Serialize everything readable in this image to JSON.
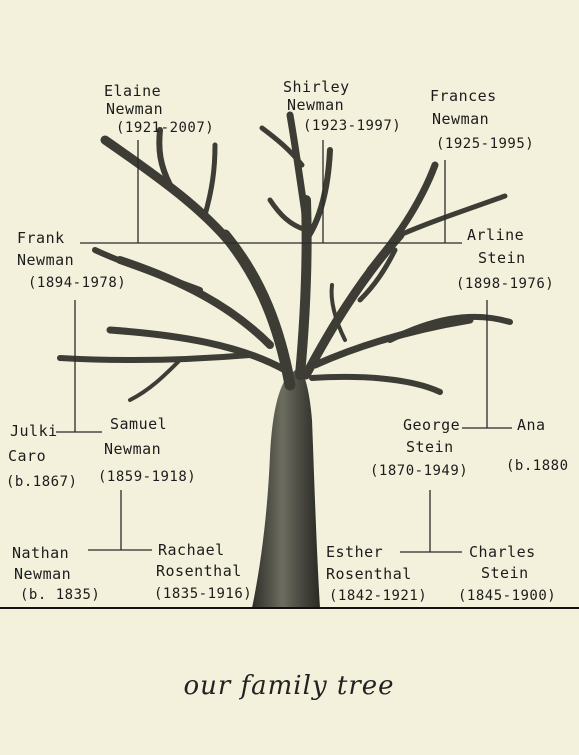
{
  "caption": "our family tree",
  "people": {
    "elaine": {
      "first": "Elaine",
      "last": "Newman",
      "years": "(1921-2007)"
    },
    "shirley": {
      "first": "Shirley",
      "last": "Newman",
      "years": "(1923-1997)"
    },
    "frances": {
      "first": "Frances",
      "last": "Newman",
      "years": "(1925-1995)"
    },
    "frank": {
      "first": "Frank",
      "last": "Newman",
      "years": "(1894-1978)"
    },
    "arline": {
      "first": "Arline",
      "last": "Stein",
      "years": "(1898-1976)"
    },
    "julki": {
      "first": "Julki",
      "last": "Caro",
      "years": "(b.1867)"
    },
    "samuel": {
      "first": "Samuel",
      "last": "Newman",
      "years": "(1859-1918)"
    },
    "george": {
      "first": "George",
      "last": "Stein",
      "years": "(1870-1949)"
    },
    "ana": {
      "first": "Ana",
      "last": "",
      "years": "(b.1880"
    },
    "nathan": {
      "first": "Nathan",
      "last": "Newman",
      "years": "(b. 1835)"
    },
    "rachael": {
      "first": "Rachael",
      "last": "Rosenthal",
      "years": "(1835-1916)"
    },
    "esther": {
      "first": "Esther",
      "last": "Rosenthal",
      "years": "(1842-1921)"
    },
    "charles": {
      "first": "Charles",
      "last": "Stein",
      "years": "(1845-1900)"
    }
  },
  "colors": {
    "background": "#f3f1dc",
    "ink": "#1c1c1c",
    "tree_bark": "#4a4a40"
  }
}
